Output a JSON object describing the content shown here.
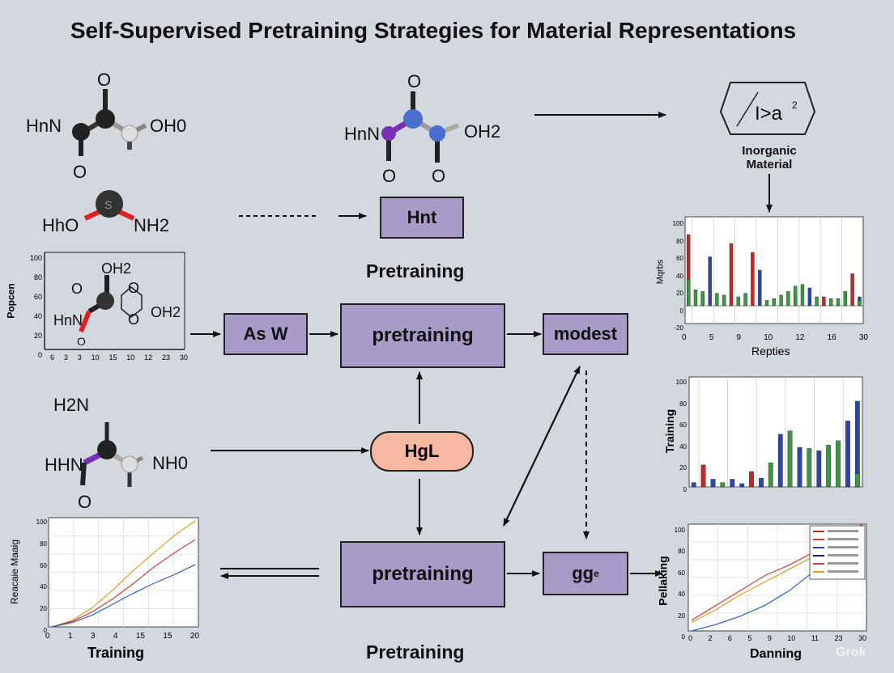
{
  "title": "Self-Supervised Pretraining Strategies for Material Representations",
  "molecules": {
    "m1": {
      "top_o": "O",
      "left": "HnN",
      "right": "OH0",
      "bottom_o": "O"
    },
    "m2": {
      "left": "HhO",
      "right": "NH2",
      "center": "S"
    },
    "m3": {
      "top_o": "O",
      "left": "HnN",
      "right": "OH2",
      "bottom_o": "O",
      "bottom_o2": "O"
    },
    "m4": {
      "top": "OH2",
      "left": "HnN",
      "right": "OH2",
      "ring_o1": "O",
      "ring_o2": "O",
      "o_left": "O",
      "bottom": "O"
    },
    "m5": {
      "top": "H2N",
      "left": "HHN",
      "right": "NH0",
      "bottom": "O"
    }
  },
  "boxes": {
    "hnt": "Hnt",
    "as_w": "As W",
    "pretraining_mid": "pretraining",
    "modest": "modest",
    "hgl": "HgL",
    "pretraining_bottom": "pretraining",
    "gg": "gg",
    "gg_sup": "e"
  },
  "labels": {
    "pretraining_upper": "Pretraining",
    "pretraining_lower": "Pretraining",
    "inorganic": [
      "Inorganic",
      "Material"
    ],
    "formula": "I>a",
    "formula_sup": "2",
    "watermark": "Grok"
  },
  "charts": {
    "left_axes": {
      "ylabel": "Popcen",
      "y_ticks": [
        "100",
        "80",
        "60",
        "40",
        "20",
        "0"
      ],
      "x_ticks": [
        "6",
        "3",
        "3",
        "10",
        "15",
        "10",
        "12",
        "23",
        "30"
      ]
    },
    "top_right": {
      "ylabel": "Mqrbs",
      "xlabel": "Repties",
      "y_ticks": [
        "100",
        "80",
        "60",
        "40",
        "20",
        "0",
        "-20"
      ],
      "x_ticks": [
        "0",
        "5",
        "9",
        "10",
        "12",
        "16",
        "30"
      ]
    },
    "mid_right": {
      "ylabel": "Training",
      "y_ticks": [
        "100",
        "80",
        "60",
        "40",
        "20",
        "0"
      ]
    },
    "bottom_left": {
      "ylabel": "Reacaie Maaig",
      "xlabel": "Training",
      "y_ticks": [
        "100",
        "80",
        "60",
        "40",
        "20",
        "0"
      ],
      "x_ticks": [
        "0",
        "1",
        "3",
        "4",
        "15",
        "15",
        "20"
      ]
    },
    "bottom_right": {
      "ylabel": "Pellaking",
      "xlabel": "Danning",
      "y_ticks": [
        "100",
        "80",
        "60",
        "40",
        "20",
        "0"
      ],
      "x_ticks": [
        "0",
        "2",
        "6",
        "5",
        "9",
        "10",
        "11",
        "23",
        "30"
      ]
    }
  },
  "chart_data": [
    {
      "type": "bar",
      "ylim": [
        -20,
        100
      ],
      "series": [
        {
          "color": "#c0282a",
          "values": [
            80,
            0,
            8,
            0,
            0,
            0,
            70,
            0,
            0,
            60,
            0,
            0,
            0,
            0,
            0,
            0,
            0,
            0,
            0,
            10,
            0,
            0,
            0,
            36,
            0
          ]
        },
        {
          "color": "#2a44b0",
          "values": [
            0,
            0,
            0,
            55,
            0,
            0,
            0,
            0,
            0,
            0,
            40,
            0,
            0,
            0,
            0,
            10,
            0,
            20,
            0,
            0,
            0,
            0,
            0,
            0,
            10
          ]
        },
        {
          "color": "#3a9a40",
          "values": [
            30,
            18,
            16,
            0,
            14,
            12,
            0,
            10,
            14,
            0,
            0,
            6,
            8,
            12,
            16,
            22,
            24,
            0,
            10,
            0,
            8,
            8,
            16,
            0,
            6
          ]
        }
      ]
    },
    {
      "type": "bar",
      "ylim": [
        0,
        100
      ],
      "series": [
        {
          "color": "#c0282a",
          "values": [
            0,
            20,
            0,
            0,
            0,
            0,
            14,
            0,
            0,
            0,
            0,
            0,
            0,
            0,
            0,
            0,
            0,
            0
          ]
        },
        {
          "color": "#2a44b0",
          "values": [
            4,
            0,
            7,
            0,
            7,
            3,
            0,
            8,
            0,
            48,
            0,
            36,
            0,
            33,
            0,
            0,
            60,
            78
          ]
        },
        {
          "color": "#3a9a40",
          "values": [
            0,
            0,
            0,
            4,
            0,
            0,
            0,
            0,
            22,
            0,
            51,
            0,
            35,
            0,
            38,
            42,
            0,
            12
          ]
        }
      ]
    },
    {
      "type": "line",
      "ylim": [
        0,
        100
      ],
      "series": [
        {
          "color": "#d9a020",
          "values": [
            0,
            6,
            18,
            34,
            52,
            68,
            84,
            97
          ]
        },
        {
          "color": "#d04040",
          "values": [
            0,
            5,
            14,
            26,
            40,
            55,
            68,
            80
          ]
        },
        {
          "color": "#3060c0",
          "values": [
            0,
            4,
            11,
            21,
            31,
            40,
            48,
            57
          ]
        }
      ]
    },
    {
      "type": "line",
      "ylim": [
        0,
        100
      ],
      "legend_colors": [
        "#c0282a",
        "#d04040",
        "#2a44b0",
        "#1a1a60",
        "#d04040",
        "#d9a020"
      ],
      "series": [
        {
          "color": "#d04040",
          "values": [
            10,
            24,
            38,
            52,
            62,
            74,
            90,
            100
          ]
        },
        {
          "color": "#d9a020",
          "values": [
            8,
            20,
            34,
            46,
            58,
            70,
            84,
            96
          ]
        },
        {
          "color": "#3060c0",
          "values": [
            0,
            6,
            14,
            24,
            38,
            56,
            74,
            92
          ]
        }
      ]
    }
  ]
}
